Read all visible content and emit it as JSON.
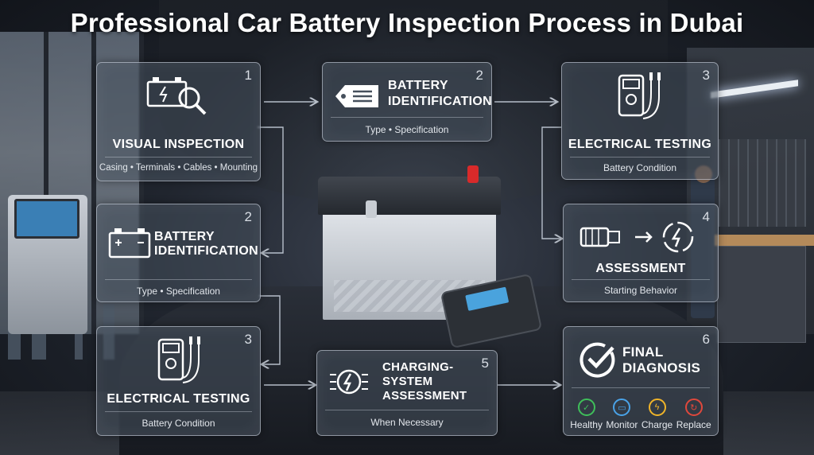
{
  "title": "Professional Car Battery Inspection Process in Dubai",
  "steps": [
    {
      "num": "1",
      "title": "VISUAL INSPECTION",
      "sub": "Casing • Terminals • Cables • Mounting",
      "icon": "battery-magnifier-icon"
    },
    {
      "num": "2",
      "title_l1": "BATTERY",
      "title_l2": "IDENTIFICATION",
      "sub": "Type • Specification",
      "icon": "battery-tag-icon"
    },
    {
      "num": "3",
      "title": "ELECTRICAL TESTING",
      "sub": "Battery Condition",
      "icon": "multimeter-icon"
    },
    {
      "num": "2",
      "title_l1": "BATTERY",
      "title_l2": "IDENTIFICATION",
      "sub": "Type • Specification",
      "icon": "battery-icon"
    },
    {
      "num": "4",
      "title": "ASSESSMENT",
      "sub": "Starting Behavior",
      "icon": "starter-motor-icon"
    },
    {
      "num": "3",
      "title": "ELECTRICAL TESTING",
      "sub": "Battery Condition",
      "icon": "multimeter-icon"
    },
    {
      "num": "5",
      "title_l1": "CHARGING-",
      "title_l2": "SYSTEM",
      "title_l3": "ASSESSMENT",
      "sub": "When Necessary",
      "icon": "alternator-icon"
    },
    {
      "num": "6",
      "title_l1": "FINAL",
      "title_l2": "DIAGNOSIS",
      "icon": "checkmark-circle-icon"
    }
  ],
  "diagnosis_statuses": [
    {
      "label": "Healthy",
      "color": "#3fbf5a",
      "icon": "check-icon"
    },
    {
      "label": "Monitor",
      "color": "#4aa3e8",
      "icon": "monitor-icon"
    },
    {
      "label": "Charge",
      "color": "#f0b429",
      "icon": "lightning-icon"
    },
    {
      "label": "Replace",
      "color": "#e0483c",
      "icon": "replace-arrows-icon"
    }
  ]
}
